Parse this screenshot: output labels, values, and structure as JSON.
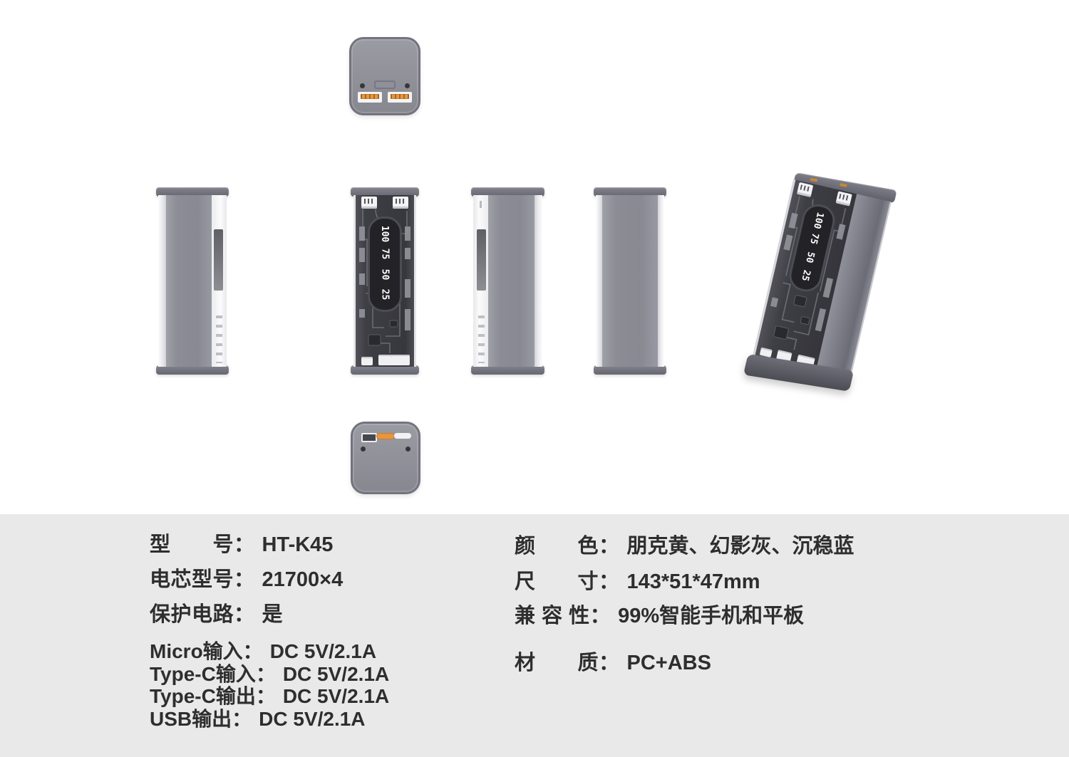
{
  "page": {
    "background": "#ffffff",
    "band_color": "#e9e9e9",
    "text_color": "#2e2e2e"
  },
  "colors": {
    "device_gray": "#8c8c95",
    "cap_gray": "#666670",
    "pcb_dark": "#3e3e45",
    "accent_orange": "#e8953d",
    "clear_case": "#f4f4f6"
  },
  "product": {
    "battery_display_levels": [
      "100",
      "75",
      "50",
      "25"
    ],
    "views": {
      "top": "top-view",
      "side_left": "side-view-display-right",
      "front": "front-transparent-view",
      "side_right": "side-view-display-left",
      "back": "back-view",
      "perspective": "perspective-view",
      "bottom": "bottom-view"
    }
  },
  "specs": {
    "left": [
      {
        "label": "型　　号：",
        "value": "HT-K45"
      },
      {
        "label": "电芯型号：",
        "value": "21700×4"
      },
      {
        "label": "保护电路：",
        "value": "是"
      }
    ],
    "io": [
      {
        "label": "Micro输入：",
        "value": "DC 5V/2.1A"
      },
      {
        "label": "Type-C输入：",
        "value": "DC 5V/2.1A"
      },
      {
        "label": "Type-C输出：",
        "value": "DC 5V/2.1A"
      },
      {
        "label": "USB输出：",
        "value": "DC 5V/2.1A"
      }
    ],
    "right": [
      {
        "label": "颜　　色：",
        "value": "朋克黄、幻影灰、沉稳蓝"
      },
      {
        "label": "尺　　寸：",
        "value": "143*51*47mm"
      },
      {
        "label": "兼 容 性：",
        "value": "99%智能手机和平板"
      },
      {
        "label": "材　　质：",
        "value": "PC+ABS"
      }
    ]
  }
}
